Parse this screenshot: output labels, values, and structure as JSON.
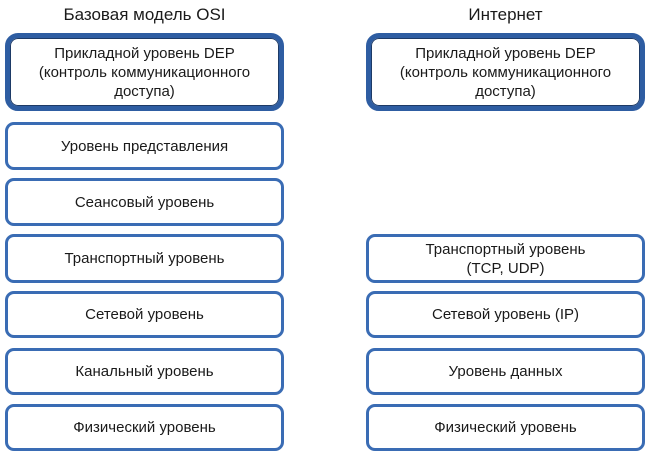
{
  "diagram": {
    "colors": {
      "box_border_blue": "#3a6cb4",
      "thick_border_blue": "#2e5da2",
      "thick_inner_dark": "#1d3a66",
      "text": "#1a1a1a",
      "background": "#ffffff"
    },
    "columns": {
      "osi": {
        "title": "Базовая модель OSI",
        "boxes": {
          "application": {
            "lines": [
              "Прикладной уровень DEP",
              "(контроль коммуникационного доступа)"
            ]
          },
          "presentation": {
            "lines": [
              "Уровень представления"
            ]
          },
          "session": {
            "lines": [
              "Сеансовый уровень"
            ]
          },
          "transport": {
            "lines": [
              "Транспортный уровень"
            ]
          },
          "network": {
            "lines": [
              "Сетевой уровень"
            ]
          },
          "datalink": {
            "lines": [
              "Канальный уровень"
            ]
          },
          "physical": {
            "lines": [
              "Физический уровень"
            ]
          }
        }
      },
      "internet": {
        "title": "Интернет",
        "boxes": {
          "application": {
            "lines": [
              "Прикладной уровень DEP",
              "(контроль коммуникационного доступа)"
            ]
          },
          "transport": {
            "lines": [
              "Транспортный уровень",
              "(TCP, UDP)"
            ]
          },
          "network": {
            "lines": [
              "Сетевой уровень (IP)"
            ]
          },
          "data": {
            "lines": [
              "Уровень данных"
            ]
          },
          "physical": {
            "lines": [
              "Физический уровень"
            ]
          }
        }
      }
    }
  }
}
